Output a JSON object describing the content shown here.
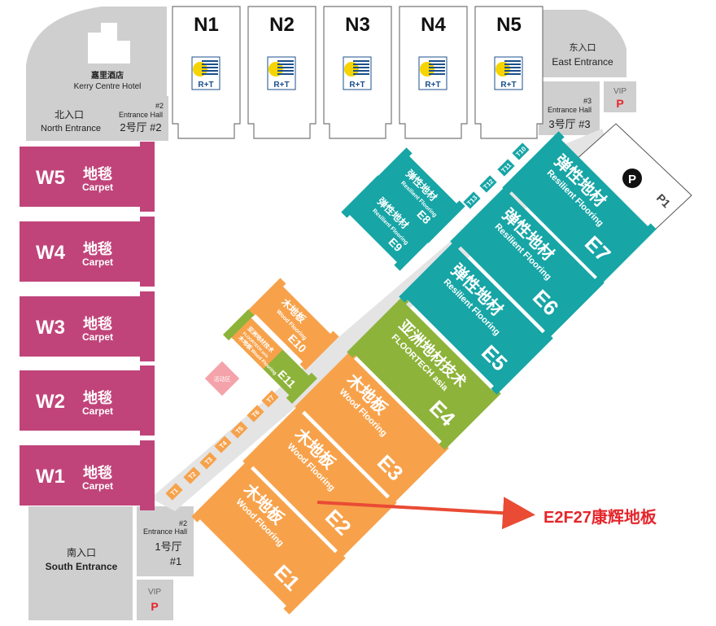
{
  "halls_north": [
    {
      "id": "N1",
      "logo": "R+T"
    },
    {
      "id": "N2",
      "logo": "R+T"
    },
    {
      "id": "N3",
      "logo": "R+T"
    },
    {
      "id": "N4",
      "logo": "R+T"
    },
    {
      "id": "N5",
      "logo": "R+T"
    }
  ],
  "hotel": {
    "zh": "嘉里酒店",
    "en": "Kerry Centre Hotel"
  },
  "north_entrance": {
    "zh": "北入口",
    "en": "North Entrance"
  },
  "entrance_hall_2_top": {
    "num": "#2",
    "en": "Entrance Hall",
    "zh": "2号厅 #2"
  },
  "east_entrance": {
    "zh": "东入口",
    "en": "East Entrance"
  },
  "entrance_hall_3": {
    "num": "#3",
    "en": "Entrance Hall",
    "zh": "3号厅 #3"
  },
  "vip_top": {
    "label": "VIP",
    "p": "P"
  },
  "parking": {
    "p": "P",
    "label": "P1"
  },
  "halls_west": [
    {
      "id": "W5",
      "zh": "地毯",
      "en": "Carpet"
    },
    {
      "id": "W4",
      "zh": "地毯",
      "en": "Carpet"
    },
    {
      "id": "W3",
      "zh": "地毯",
      "en": "Carpet"
    },
    {
      "id": "W2",
      "zh": "地毯",
      "en": "Carpet"
    },
    {
      "id": "W1",
      "zh": "地毯",
      "en": "Carpet"
    }
  ],
  "south_entrance": {
    "zh": "南入口",
    "en": "South Entrance"
  },
  "entrance_hall_1": {
    "num": "#2",
    "en": "Entrance Hall",
    "zh": "1号厅",
    "num2": "#1"
  },
  "vip_bottom": {
    "label": "VIP",
    "p": "P"
  },
  "halls_east": [
    {
      "id": "E1",
      "zh": "木地板",
      "en": "Wood Flooring"
    },
    {
      "id": "E2",
      "zh": "木地板",
      "en": "Wood Flooring"
    },
    {
      "id": "E3",
      "zh": "木地板",
      "en": "Wood Flooring"
    },
    {
      "id": "E4",
      "zh": "亚洲地材技术",
      "en": "FLOORTECH asia"
    },
    {
      "id": "E5",
      "zh": "弹性地材",
      "en": "Resilient Flooring"
    },
    {
      "id": "E6",
      "zh": "弹性地材",
      "en": "Resilient Flooring"
    },
    {
      "id": "E7",
      "zh": "弹性地材",
      "en": "Resilient Flooring"
    },
    {
      "id": "E8",
      "zh": "弹性地材",
      "en": "Resilient Flooring"
    },
    {
      "id": "E9",
      "zh": "弹性地材",
      "en": "Resilient Flooring"
    },
    {
      "id": "E10",
      "zh": "木地板",
      "en": "Wood Flooring"
    },
    {
      "id": "E11",
      "zh": "亚洲地材技术",
      "en": "FLOORTECH asia",
      "zh2": "木地板",
      "en2": "Wood Flooring"
    }
  ],
  "activity_zone": "活动区",
  "corridor_labels": [
    "T1",
    "T2",
    "T3",
    "T4",
    "T5",
    "T6",
    "T7",
    "T10",
    "T11",
    "T12",
    "T13"
  ],
  "callout": "E2F27康辉地板",
  "colors": {
    "carpet": "#c0447a",
    "wood": "#f7a24b",
    "resilient": "#17a5a6",
    "floortech": "#8db33a",
    "grey": "#cfcfd0",
    "arrow": "#e94b35"
  }
}
